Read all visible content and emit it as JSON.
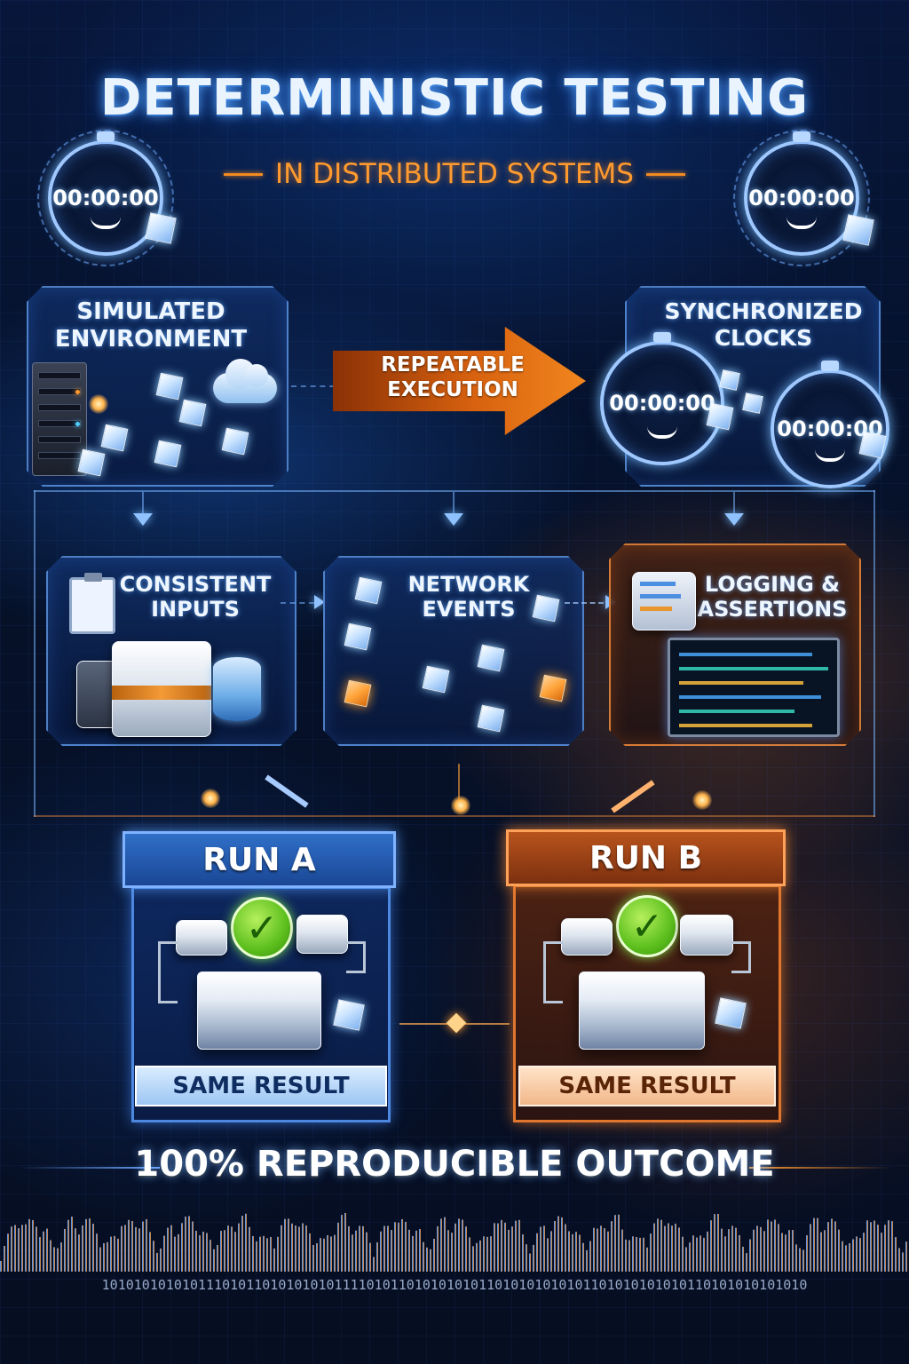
{
  "header": {
    "title": "DETERMINISTIC TESTING",
    "subtitle": "IN DISTRIBUTED SYSTEMS"
  },
  "clocks": {
    "top_left": "00:00:00",
    "top_right": "00:00:00",
    "sync_left": "00:00:00",
    "sync_right": "00:00:00"
  },
  "top_row": {
    "simulated_environment": "SIMULATED\nENVIRONMENT",
    "repeatable_execution": "REPEATABLE\nEXECUTION",
    "synchronized_clocks": "SYNCHRONIZED\nCLOCKS"
  },
  "middle_row": {
    "consistent_inputs": "CONSISTENT\nINPUTS",
    "network_events": "NETWORK\nEVENTS",
    "logging_assertions": "LOGGING &\nASSERTIONS"
  },
  "runs": {
    "run_a": {
      "title": "RUN A",
      "result": "SAME RESULT"
    },
    "run_b": {
      "title": "RUN B",
      "result": "SAME RESULT"
    }
  },
  "footer": {
    "outcome": "100% REPRODUCIBLE OUTCOME",
    "binary": "1010101010101110101101010101011110101101010101011010101010101101010101010110101010101010"
  },
  "colors": {
    "accent_blue": "#2f6fc8",
    "accent_orange": "#f08a22",
    "check_green": "#5cbf1d"
  }
}
